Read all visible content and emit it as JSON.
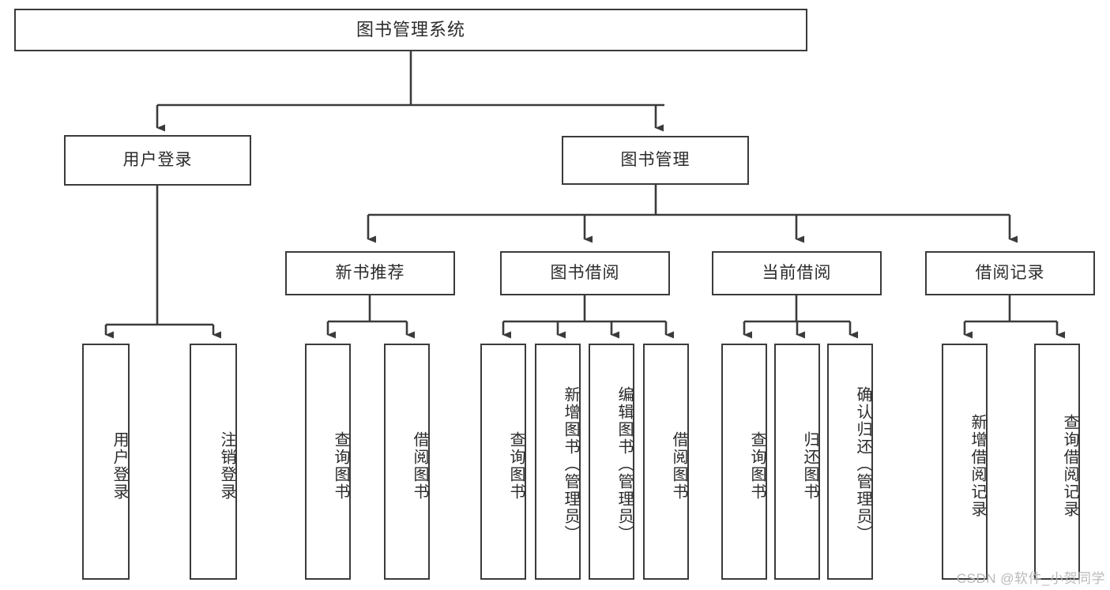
{
  "diagram": {
    "title": "图书管理系统",
    "watermark": "CSDN @软件_小贺同学",
    "colors": {
      "border": "#3b3b3b",
      "fill": "#ffffff",
      "text": "#2b2b2b",
      "watermark": "#b9b9b9",
      "connector": "#3b3b3b"
    },
    "root": {
      "label": "图书管理系统",
      "orientation": "horizontal"
    },
    "level2": [
      {
        "label": "用户登录",
        "orientation": "horizontal"
      },
      {
        "label": "图书管理",
        "orientation": "horizontal"
      }
    ],
    "level3": [
      {
        "label": "新书推荐",
        "orientation": "horizontal"
      },
      {
        "label": "图书借阅",
        "orientation": "horizontal"
      },
      {
        "label": "当前借阅",
        "orientation": "horizontal"
      },
      {
        "label": "借阅记录",
        "orientation": "horizontal"
      }
    ],
    "leaves": {
      "user_login": [
        {
          "label": "用户登录",
          "orientation": "vertical"
        },
        {
          "label": "注销登录",
          "orientation": "vertical"
        }
      ],
      "new_book_recommend": [
        {
          "label": "查询图书",
          "orientation": "vertical"
        },
        {
          "label": "借阅图书",
          "orientation": "vertical"
        }
      ],
      "book_borrow": [
        {
          "label": "查询图书",
          "orientation": "vertical"
        },
        {
          "label": "新增图书（管理员）",
          "orientation": "vertical"
        },
        {
          "label": "编辑图书（管理员）",
          "orientation": "vertical"
        },
        {
          "label": "借阅图书",
          "orientation": "vertical"
        }
      ],
      "current_borrow": [
        {
          "label": "查询图书",
          "orientation": "vertical"
        },
        {
          "label": "归还图书",
          "orientation": "vertical"
        },
        {
          "label": "确认归还（管理员）",
          "orientation": "vertical"
        }
      ],
      "borrow_record": [
        {
          "label": "新增借阅记录",
          "orientation": "vertical"
        },
        {
          "label": "查询借阅记录",
          "orientation": "vertical"
        }
      ]
    }
  }
}
